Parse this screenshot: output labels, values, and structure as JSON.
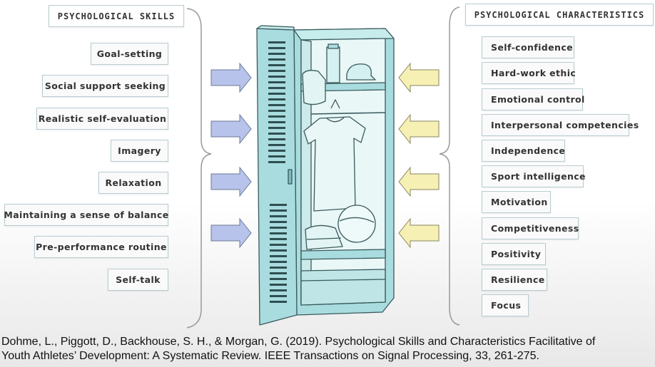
{
  "left_header": "PSYCHOLOGICAL SKILLS",
  "right_header": "PSYCHOLOGICAL CHARACTERISTICS",
  "skills": [
    "Goal-setting",
    "Social support seeking",
    "Realistic self-evaluation",
    "Imagery",
    "Relaxation",
    "Maintaining a sense of balance",
    "Pre-performance routine",
    "Self-talk"
  ],
  "characteristics": [
    "Self-confidence",
    "Hard-work ethic",
    "Emotional control",
    "Interpersonal competencies",
    "Independence",
    "Sport intelligence",
    "Motivation",
    "Competitiveness",
    "Positivity",
    "Resilience",
    "Focus"
  ],
  "citation": {
    "line1": "Dohme, L., Piggott, D., Backhouse, S. H., & Morgan, G. (2019). Psychological Skills and Characteristics Facilitative of",
    "line2": "Youth Athletes’ Development: A Systematic Review. IEEE Transactions on Signal Processing, 33, 261-275."
  },
  "colors": {
    "skill_arrow": "#b7c3ea",
    "characteristic_arrow": "#f6f0b4",
    "locker": "#a9dcde",
    "border": "#b8ccd2"
  }
}
